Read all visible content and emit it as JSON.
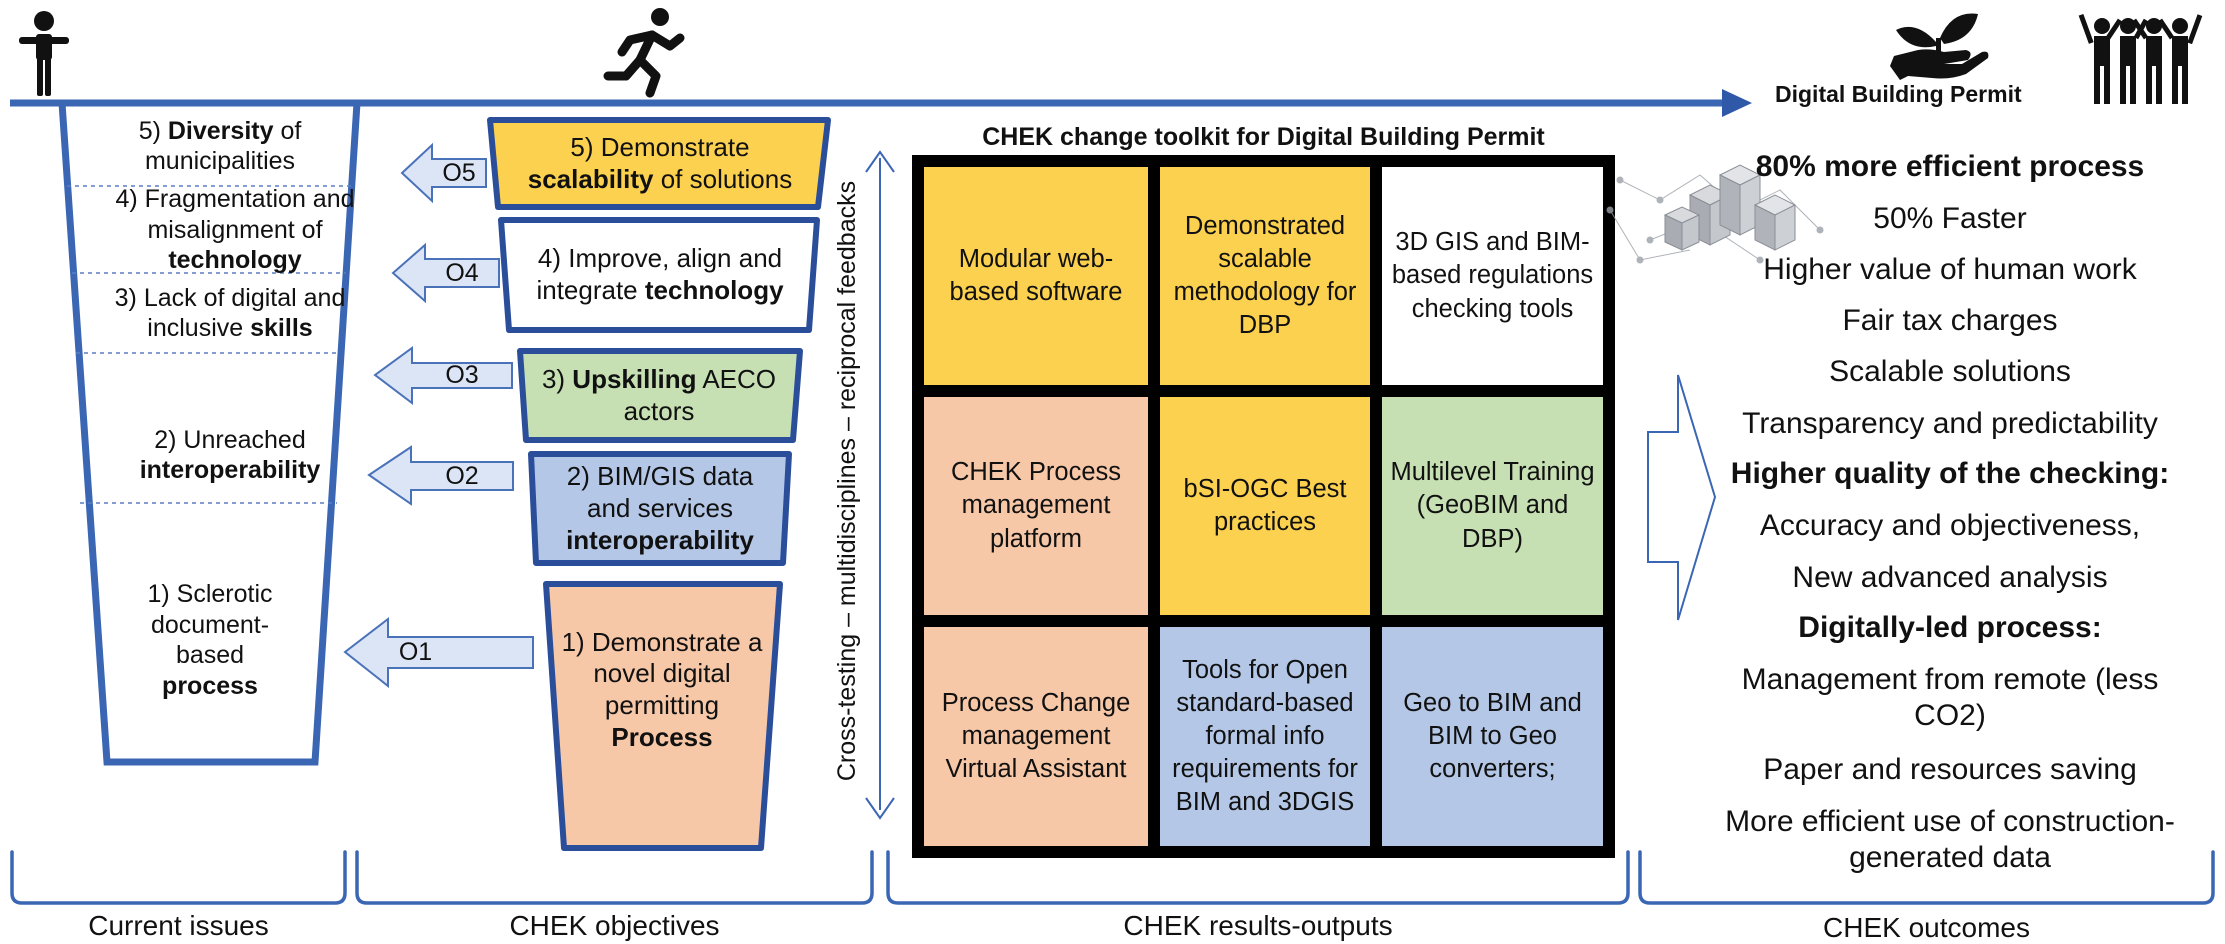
{
  "timeline": {
    "end_label": "Digital Building Permit"
  },
  "icons": {
    "person_standing": "person-standing-icon",
    "person_running": "running-person-icon",
    "plant_hand": "plant-in-hand-icon",
    "crowd": "crowd-icon",
    "buildings": "city-buildings-icon"
  },
  "issues": [
    {
      "pre": "5) ",
      "bold": "Diversity",
      "post": " of municipalities"
    },
    {
      "pre": "4) Fragmentation and misalignment of ",
      "bold": "technology",
      "post": ""
    },
    {
      "pre": "3) Lack of digital and inclusive ",
      "bold": "skills",
      "post": ""
    },
    {
      "pre": "2) Unreached ",
      "bold": "interoperability",
      "post": ""
    },
    {
      "pre": "1) Sclerotic document-based ",
      "bold": "process",
      "post": ""
    }
  ],
  "arrows": [
    "O5",
    "O4",
    "O3",
    "O2",
    "O1"
  ],
  "objectives": [
    {
      "pre": "5) Demonstrate ",
      "bold": "scalability",
      "post": " of solutions"
    },
    {
      "pre": "4) Improve, align and integrate ",
      "bold": "technology",
      "post": ""
    },
    {
      "pre": "3) ",
      "bold": "Upskilling",
      "post": " AECO actors"
    },
    {
      "pre": "2) BIM/GIS data and services ",
      "bold": "interoperability",
      "post": ""
    },
    {
      "pre": "1) Demonstrate a novel digital permitting ",
      "bold": "Process",
      "post": ""
    }
  ],
  "vertical_label": "Cross-testing – multidisciplines – reciprocal feedbacks",
  "toolkit": {
    "title": "CHEK change toolkit for Digital Building Permit",
    "cells": [
      "Modular web-based software",
      "Demonstrated scalable methodology for DBP",
      "3D GIS and BIM-based regulations checking tools",
      "CHEK Process management platform",
      "bSI-OGC Best practices",
      "Multilevel Training (GeoBIM and DBP)",
      "Process Change management Virtual Assistant",
      "Tools for Open standard-based formal info requirements for BIM and 3DGIS",
      "Geo to BIM and BIM to Geo converters;"
    ]
  },
  "outcomes": [
    {
      "text": "80% more efficient process",
      "bold": true
    },
    {
      "text": "50% Faster",
      "bold": false
    },
    {
      "text": "Higher value of human work",
      "bold": false
    },
    {
      "text": "Fair tax charges",
      "bold": false
    },
    {
      "text": "Scalable solutions",
      "bold": false
    },
    {
      "text": "Transparency and predictability",
      "bold": false
    },
    {
      "text": "Higher quality of the checking:",
      "bold": true
    },
    {
      "text": "Accuracy and objectiveness,",
      "bold": false
    },
    {
      "text": "New advanced analysis",
      "bold": false
    },
    {
      "text": "Digitally-led process:",
      "bold": true
    },
    {
      "text": "Management from remote (less CO2)",
      "bold": false
    },
    {
      "text": "Paper and resources saving",
      "bold": false
    },
    {
      "text": "More efficient use of construction-generated data",
      "bold": false
    }
  ],
  "sections": [
    "Current issues",
    "CHEK objectives",
    "CHEK results-outputs",
    "CHEK outcomes"
  ],
  "colors": {
    "blue_line": "#3a66b3",
    "yellow": "#fcd14f",
    "peach": "#f7c8a8",
    "green": "#c6e0b4",
    "lightblue": "#b4c7e7",
    "arrow_fill": "#dbe5f5",
    "dark_navy": "#1f3a6e"
  }
}
